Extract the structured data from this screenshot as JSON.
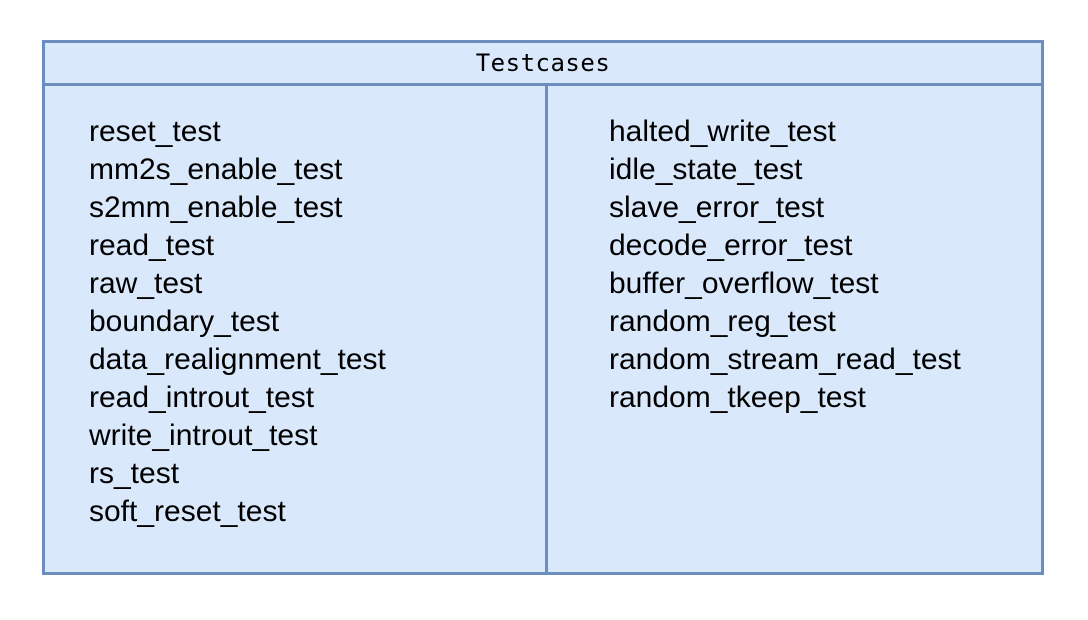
{
  "diagram": {
    "title": "Testcases",
    "left_column": [
      "reset_test",
      "mm2s_enable_test",
      "s2mm_enable_test",
      "read_test",
      "raw_test",
      "boundary_test",
      "data_realignment_test",
      "read_introut_test",
      "write_introut_test",
      "rs_test",
      "soft_reset_test"
    ],
    "right_column": [
      "halted_write_test",
      "idle_state_test",
      "slave_error_test",
      "decode_error_test",
      "buffer_overflow_test",
      "random_reg_test",
      "random_stream_read_test",
      "random_tkeep_test"
    ],
    "colors": {
      "fill": "#dae8fc",
      "stroke": "#6c8ebf"
    }
  }
}
